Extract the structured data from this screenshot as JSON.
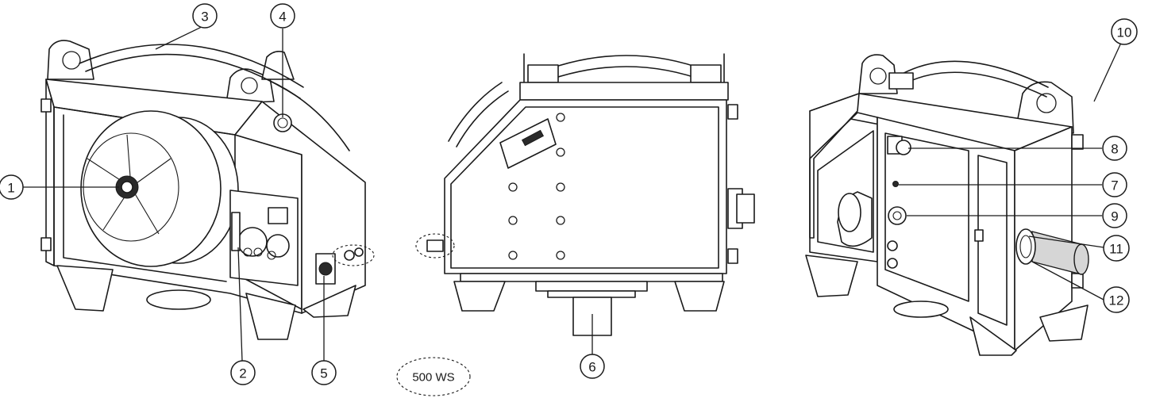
{
  "diagram": {
    "model_label": "500 WS",
    "callouts": [
      {
        "id": "1",
        "label": "1"
      },
      {
        "id": "2",
        "label": "2"
      },
      {
        "id": "3",
        "label": "3"
      },
      {
        "id": "4",
        "label": "4"
      },
      {
        "id": "5",
        "label": "5"
      },
      {
        "id": "6",
        "label": "6"
      },
      {
        "id": "7",
        "label": "7"
      },
      {
        "id": "8",
        "label": "8"
      },
      {
        "id": "9",
        "label": "9"
      },
      {
        "id": "10",
        "label": "10"
      },
      {
        "id": "11",
        "label": "11"
      },
      {
        "id": "12",
        "label": "12"
      }
    ],
    "colors": {
      "line": "#1a1a1a",
      "background": "#ffffff",
      "gas_cylinder": "#d0d0d0"
    }
  }
}
